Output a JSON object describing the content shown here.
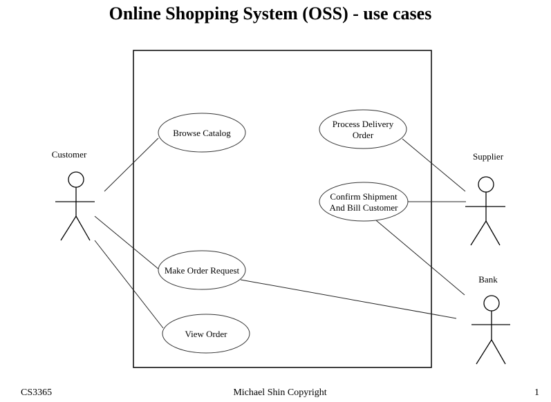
{
  "title": "Online Shopping System (OSS) - use cases",
  "colors": {
    "ink": "#000000",
    "background": "#ffffff"
  },
  "actors": [
    {
      "id": "customer",
      "name": "Customer"
    },
    {
      "id": "supplier",
      "name": "Supplier"
    },
    {
      "id": "bank",
      "name": "Bank"
    }
  ],
  "use_cases": [
    {
      "id": "browse",
      "lines": [
        "Browse Catalog"
      ]
    },
    {
      "id": "make_order",
      "lines": [
        "Make Order Request"
      ]
    },
    {
      "id": "view_order",
      "lines": [
        "View Order"
      ]
    },
    {
      "id": "process_delivery",
      "lines": [
        "Process Delivery",
        "Order"
      ]
    },
    {
      "id": "confirm_shipment",
      "lines": [
        "Confirm Shipment",
        "And Bill Customer"
      ]
    }
  ],
  "associations": [
    {
      "actor": "customer",
      "use_case": "browse"
    },
    {
      "actor": "customer",
      "use_case": "make_order"
    },
    {
      "actor": "customer",
      "use_case": "view_order"
    },
    {
      "actor": "supplier",
      "use_case": "process_delivery"
    },
    {
      "actor": "supplier",
      "use_case": "confirm_shipment"
    },
    {
      "actor": "bank",
      "use_case": "confirm_shipment"
    },
    {
      "actor": "bank",
      "use_case": "make_order"
    }
  ],
  "footer": {
    "course": "CS3365",
    "copyright": "Michael Shin Copyright",
    "page_number": "1"
  }
}
